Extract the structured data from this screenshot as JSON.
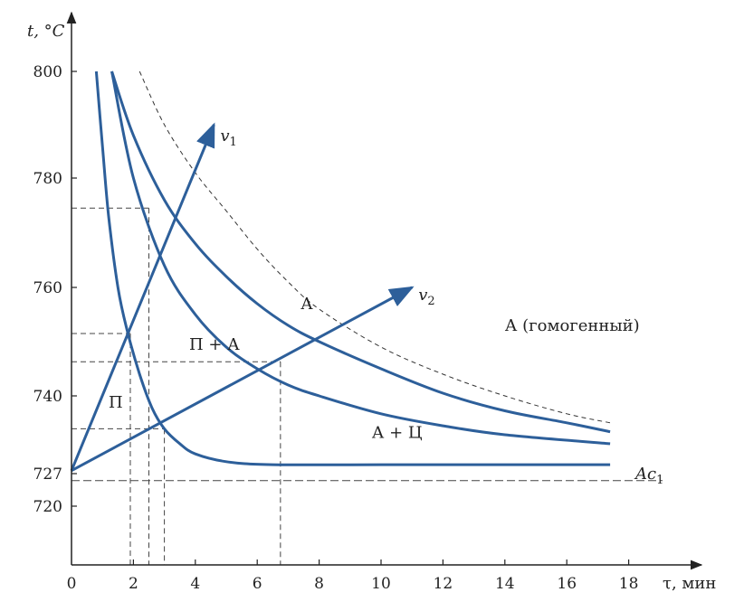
{
  "chart_data": {
    "type": "line",
    "xlabel": "τ, мин",
    "ylabel": "t, °C",
    "x_ticks": [
      "0",
      "2",
      "4",
      "6",
      "8",
      "10",
      "12",
      "14",
      "16",
      "18"
    ],
    "y_ticks": [
      "720",
      "727",
      "740",
      "760",
      "780",
      "800"
    ],
    "xlim": [
      0,
      21
    ],
    "ylim": [
      710,
      810
    ],
    "ac1": {
      "label": "Ac",
      "sub": "1",
      "y": 725.5
    },
    "curves": [
      {
        "role": "pearlite-austenite boundary",
        "points": [
          [
            0.8,
            800
          ],
          [
            1.0,
            786
          ],
          [
            1.2,
            773
          ],
          [
            1.5,
            760
          ],
          [
            1.8,
            752
          ],
          [
            2.2,
            744
          ],
          [
            2.6,
            738
          ],
          [
            3.0,
            734.5
          ],
          [
            3.5,
            732
          ],
          [
            4.0,
            730.3
          ],
          [
            5.0,
            729
          ],
          [
            6.5,
            728.5
          ],
          [
            10,
            728.5
          ],
          [
            14,
            728.5
          ],
          [
            17.4,
            728.5
          ]
        ]
      },
      {
        "role": "austenite-carbide boundary",
        "points": [
          [
            1.3,
            800
          ],
          [
            2.0,
            780
          ],
          [
            3.0,
            764
          ],
          [
            4.0,
            755
          ],
          [
            5.0,
            749
          ],
          [
            6.0,
            745
          ],
          [
            7.0,
            742
          ],
          [
            8.0,
            740
          ],
          [
            10,
            737
          ],
          [
            12,
            735
          ],
          [
            14,
            733.5
          ],
          [
            17.4,
            732
          ]
        ]
      },
      {
        "role": "austenite boundary",
        "points": [
          [
            1.3,
            800
          ],
          [
            2.0,
            788
          ],
          [
            3.0,
            776
          ],
          [
            4.0,
            768
          ],
          [
            5.0,
            762
          ],
          [
            6.0,
            757
          ],
          [
            7.0,
            753
          ],
          [
            8.0,
            750
          ],
          [
            10,
            745
          ],
          [
            12,
            740.5
          ],
          [
            14,
            737.5
          ],
          [
            16,
            735.5
          ],
          [
            17.4,
            734
          ]
        ]
      },
      {
        "role": "homogeneous austenite",
        "dashed": true,
        "points": [
          [
            2.2,
            800
          ],
          [
            3.0,
            790
          ],
          [
            4.0,
            781
          ],
          [
            5.0,
            774
          ],
          [
            6.0,
            767
          ],
          [
            7.0,
            761
          ],
          [
            8.0,
            756
          ],
          [
            10,
            749
          ],
          [
            12,
            744
          ],
          [
            14,
            740
          ],
          [
            16,
            737
          ],
          [
            17.4,
            735.5
          ]
        ]
      }
    ],
    "rays": [
      {
        "label": "v",
        "sub": "1",
        "from": [
          0,
          727.5
        ],
        "to": [
          4.6,
          790
        ]
      },
      {
        "label": "v",
        "sub": "2",
        "from": [
          0,
          727.5
        ],
        "to": [
          11,
          760
        ]
      }
    ],
    "guides": [
      {
        "x": 1.9,
        "y": 751.5
      },
      {
        "x": 2.5,
        "y": 774.5
      },
      {
        "x": 3.0,
        "y": 734.5
      },
      {
        "x": 6.75,
        "y": 746.3
      }
    ],
    "regions": [
      {
        "label": "П",
        "x": 1.2,
        "y": 738
      },
      {
        "label": "П + А",
        "x": 3.8,
        "y": 748.5
      },
      {
        "label": "А",
        "x": 7.4,
        "y": 756
      },
      {
        "label": "А (гомогенный)",
        "x": 14,
        "y": 752
      },
      {
        "label": "А + Ц",
        "x": 9.7,
        "y": 733
      }
    ],
    "colors": {
      "curve": "#2d5f9a",
      "guide": "#444444",
      "axis": "#222222"
    }
  }
}
